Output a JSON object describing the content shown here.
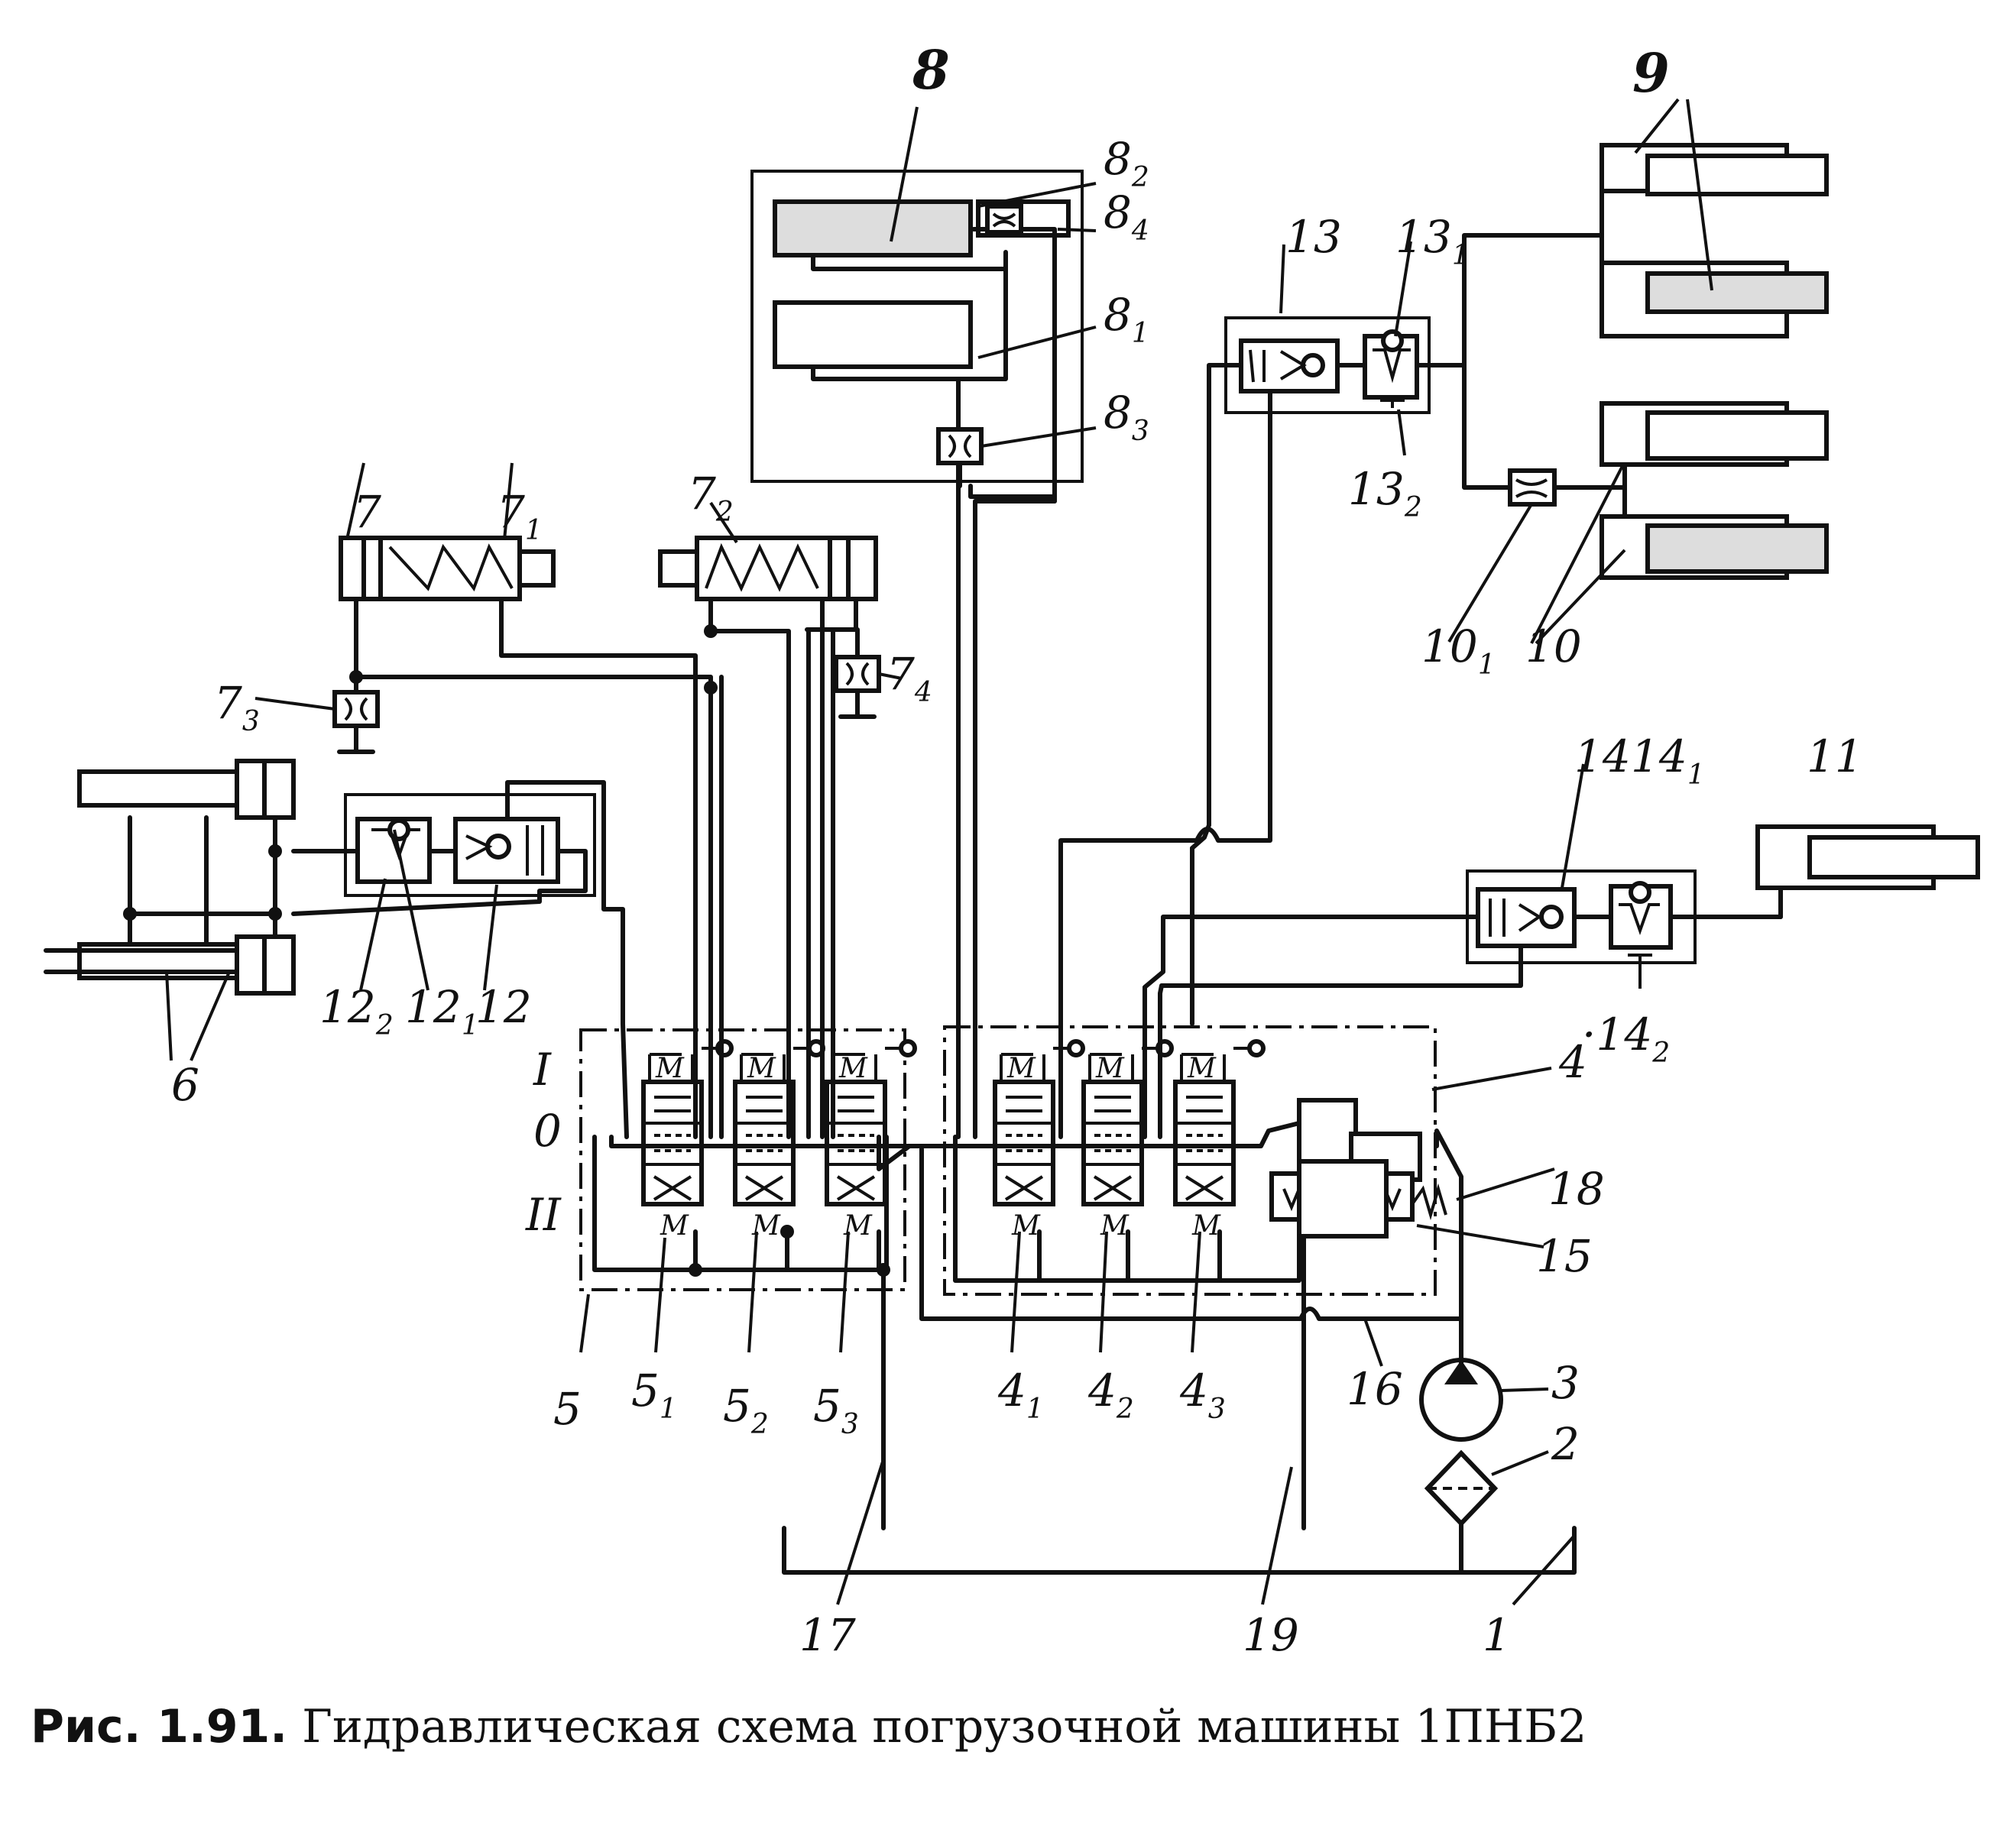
{
  "figure": {
    "caption_prefix": "Рис. 1.91.",
    "caption_text": "Гидравлическая схема погрузочной машины 1ПНБ2"
  },
  "labels": [
    {
      "id": "l1",
      "main": "1",
      "sub": ""
    },
    {
      "id": "l2",
      "main": "2",
      "sub": ""
    },
    {
      "id": "l3",
      "main": "3",
      "sub": ""
    },
    {
      "id": "l4",
      "main": "4",
      "sub": ""
    },
    {
      "id": "l4_1",
      "main": "4",
      "sub": "1"
    },
    {
      "id": "l4_2",
      "main": "4",
      "sub": "2"
    },
    {
      "id": "l4_3",
      "main": "4",
      "sub": "3"
    },
    {
      "id": "l5",
      "main": "5",
      "sub": ""
    },
    {
      "id": "l5_1",
      "main": "5",
      "sub": "1"
    },
    {
      "id": "l5_2",
      "main": "5",
      "sub": "2"
    },
    {
      "id": "l5_3",
      "main": "5",
      "sub": "3"
    },
    {
      "id": "l6",
      "main": "6",
      "sub": ""
    },
    {
      "id": "l7",
      "main": "7",
      "sub": ""
    },
    {
      "id": "l7_1",
      "main": "7",
      "sub": "1"
    },
    {
      "id": "l7_2",
      "main": "7",
      "sub": "2"
    },
    {
      "id": "l7_3",
      "main": "7",
      "sub": "3"
    },
    {
      "id": "l7_4",
      "main": "7",
      "sub": "4"
    },
    {
      "id": "l8",
      "main": "8",
      "sub": ""
    },
    {
      "id": "l8_1",
      "main": "8",
      "sub": "1"
    },
    {
      "id": "l8_2",
      "main": "8",
      "sub": "2"
    },
    {
      "id": "l8_3",
      "main": "8",
      "sub": "3"
    },
    {
      "id": "l8_4",
      "main": "8",
      "sub": "4"
    },
    {
      "id": "l9",
      "main": "9",
      "sub": ""
    },
    {
      "id": "l10",
      "main": "10",
      "sub": ""
    },
    {
      "id": "l10_1",
      "main": "10",
      "sub": "1"
    },
    {
      "id": "l11",
      "main": "11",
      "sub": ""
    },
    {
      "id": "l12",
      "main": "12",
      "sub": ""
    },
    {
      "id": "l12_1",
      "main": "12",
      "sub": "1"
    },
    {
      "id": "l12_2",
      "main": "12",
      "sub": "2"
    },
    {
      "id": "l13",
      "main": "13",
      "sub": ""
    },
    {
      "id": "l13_1",
      "main": "13",
      "sub": "1"
    },
    {
      "id": "l13_2",
      "main": "13",
      "sub": "2"
    },
    {
      "id": "l14",
      "main": "14",
      "sub": ""
    },
    {
      "id": "l14_1",
      "main": "14",
      "sub": "1"
    },
    {
      "id": "l14_2",
      "main": "·14",
      "sub": "2"
    },
    {
      "id": "l15",
      "main": "15",
      "sub": ""
    },
    {
      "id": "l16",
      "main": "16",
      "sub": ""
    },
    {
      "id": "l17",
      "main": "17",
      "sub": ""
    },
    {
      "id": "l18",
      "main": "18",
      "sub": ""
    },
    {
      "id": "l19",
      "main": "19",
      "sub": ""
    },
    {
      "id": "lI",
      "main": "I",
      "sub": ""
    },
    {
      "id": "l0",
      "main": "0",
      "sub": ""
    },
    {
      "id": "lII",
      "main": "II",
      "sub": ""
    }
  ]
}
